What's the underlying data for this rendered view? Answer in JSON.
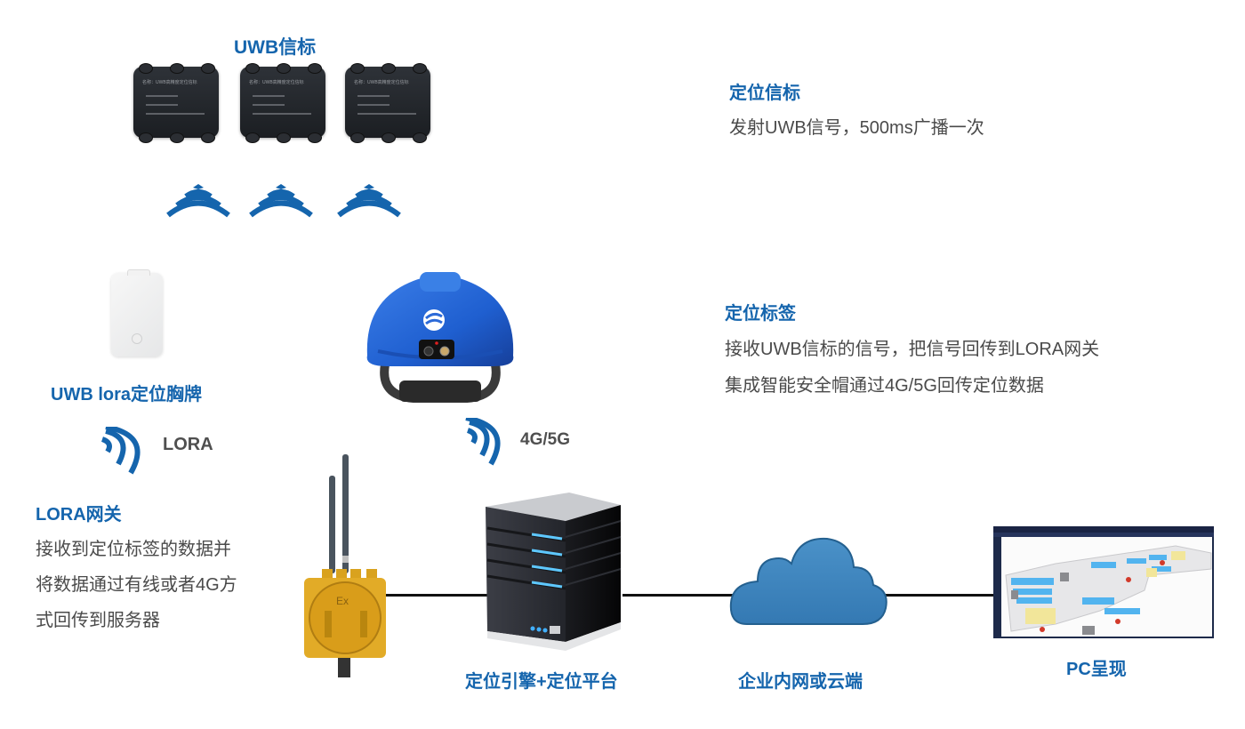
{
  "diagram": {
    "colors": {
      "accent_blue": "#1565ad",
      "text_gray": "#4a4a4a",
      "connector": "#111111",
      "cloud": "#3f88c0"
    },
    "uwb_beacons": {
      "label": "UWB信标",
      "count": 3,
      "beacon_text": "名称：UWB高精度定位信标"
    },
    "beacon_info": {
      "title": "定位信标",
      "description": "发射UWB信号，500ms广播一次"
    },
    "badge": {
      "label": "UWB lora定位胸牌"
    },
    "tag_info": {
      "title": "定位标签",
      "lines": [
        "接收UWB信标的信号，把信号回传到LORA网关",
        "集成智能安全帽通过4G/5G回传定位数据"
      ]
    },
    "links": {
      "lora": "LORA",
      "cellular": "4G/5G"
    },
    "gateway_info": {
      "title": "LORA网关",
      "lines": [
        "接收到定位标签的数据并",
        "将数据通过有线或者4G方",
        "式回传到服务器"
      ],
      "device_mark": "Ex"
    },
    "nodes": [
      {
        "label": "定位引擎+定位平台",
        "icon": "server-icon"
      },
      {
        "label": "企业内网或云端",
        "icon": "cloud-icon"
      },
      {
        "label": "PC呈现",
        "icon": "monitor-icon"
      }
    ]
  }
}
